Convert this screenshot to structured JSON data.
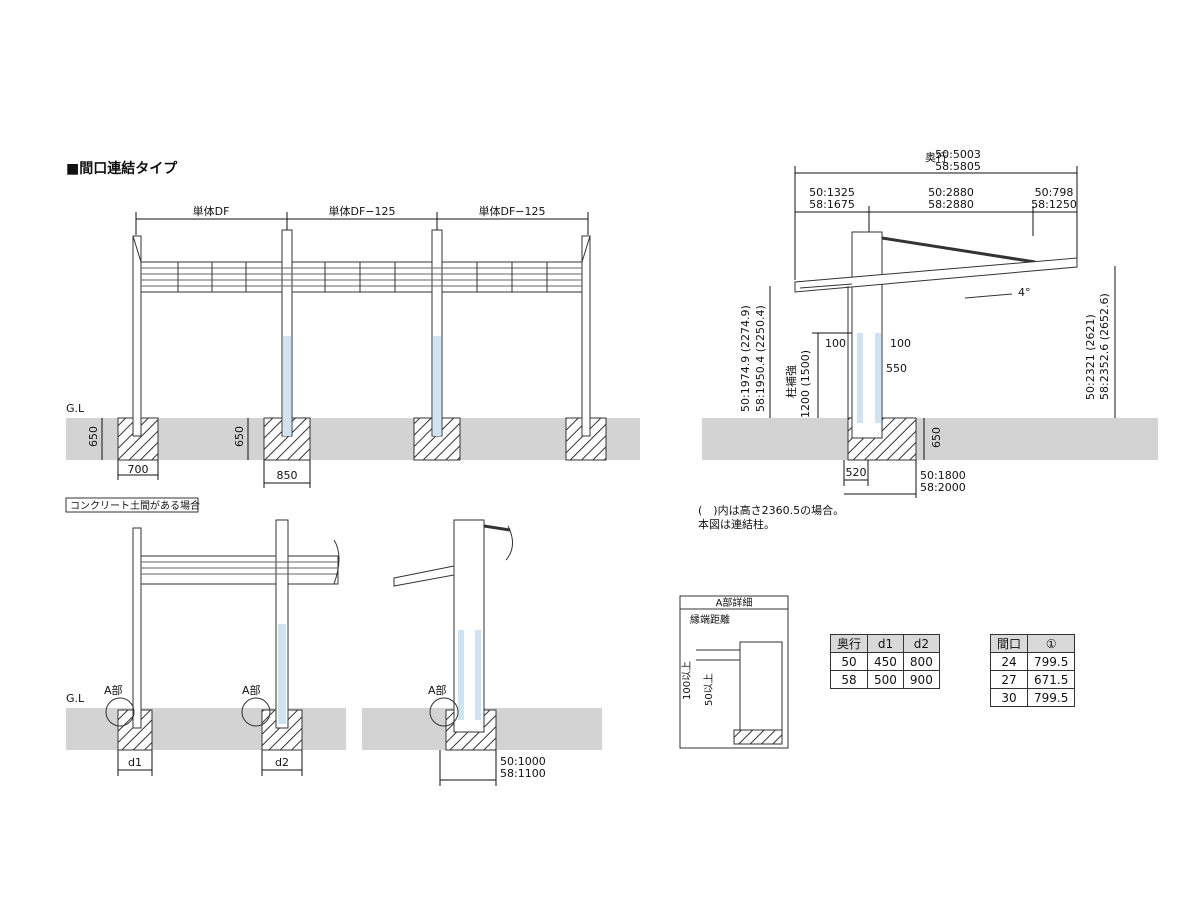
{
  "title": "■間口連結タイプ",
  "front": {
    "units": [
      "単体DF",
      "単体DF−125",
      "単体DF−125"
    ],
    "gl": "G.L",
    "depth": "650",
    "depth2": "650",
    "base1": "700",
    "base2": "850"
  },
  "side": {
    "total_label": "奥行",
    "total_50": "50:5003",
    "total_58": "58:5805",
    "left_50": "50:1325",
    "left_58": "58:1675",
    "mid_50": "50:2880",
    "mid_58": "58:2880",
    "right_50": "50:798",
    "right_58": "58:1250",
    "angle": "4°",
    "h_left_50": "50:1974.9 (2274.9)",
    "h_left_58": "58:1950.4 (2250.4)",
    "reinforce_label": "柱補強",
    "reinforce_val": "1200 (1500)",
    "gap_left": "100",
    "gap_right": "100",
    "v550": "550",
    "h_right_50": "50:2321  (2621)",
    "h_right_58": "58:2352.6 (2652.6)",
    "depth": "650",
    "base_520": "520",
    "base_50": "50:1800",
    "base_58": "58:2000",
    "note1": "(　)内は高さ2360.5の場合。",
    "note2": "本図は連結柱。"
  },
  "concrete": {
    "label": "コンクリート土間がある場合",
    "gl": "G.L",
    "a1": "A部",
    "a2": "A部",
    "a3": "A部",
    "d1": "d1",
    "d2": "d2",
    "side_50": "50:1000",
    "side_58": "58:1100"
  },
  "detail": {
    "title": "A部詳細",
    "edge": "縁端距離",
    "v100": "100以上",
    "v50": "50以上"
  },
  "table1": {
    "headers": [
      "奥行",
      "d1",
      "d2"
    ],
    "rows": [
      [
        "50",
        "450",
        "800"
      ],
      [
        "58",
        "500",
        "900"
      ]
    ]
  },
  "table2": {
    "headers": [
      "間口",
      "①"
    ],
    "rows": [
      [
        "24",
        "799.5"
      ],
      [
        "27",
        "671.5"
      ],
      [
        "30",
        "799.5"
      ]
    ]
  }
}
